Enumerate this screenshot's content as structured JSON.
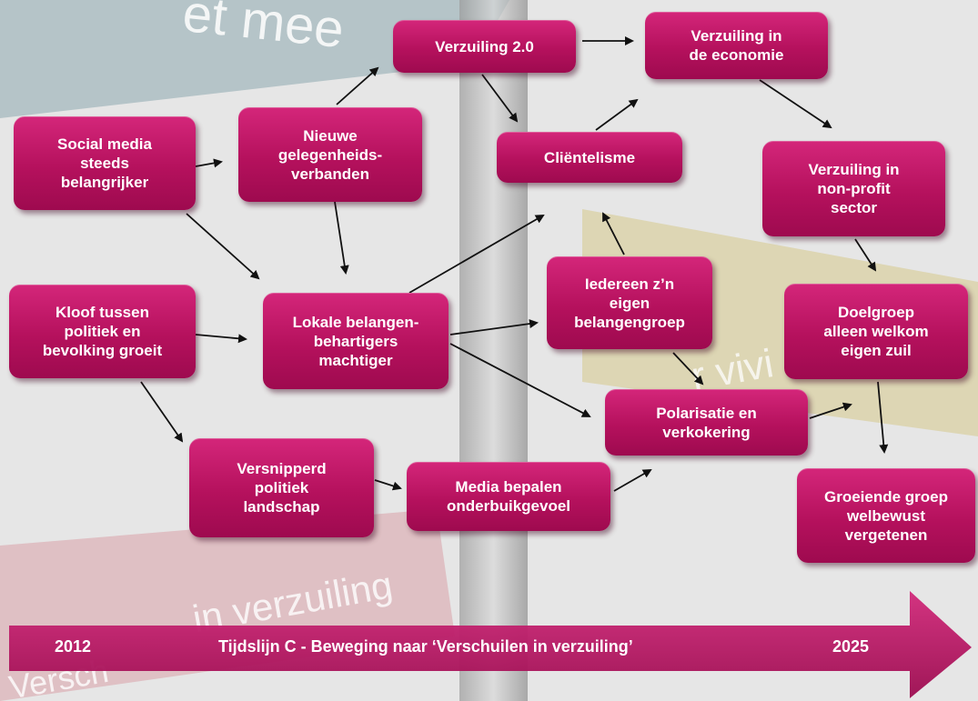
{
  "background_words": {
    "sign_top": "et mee",
    "sign_right": "r vivi  of the",
    "sign_bottom": "in verzuiling",
    "sign_bottom2": "Versch"
  },
  "nodes": {
    "social_media": "Social media\nsteeds\nbelangrijker",
    "kloof": "Kloof tussen\npolitiek en\nbevolking groeit",
    "nieuwe": "Nieuwe\ngelegenheids-\nverbanden",
    "lokale": "Lokale belangen-\nbehartigers\nmachtiger",
    "versnipperd": "Versnipperd\npolitiek\nlandschap",
    "media": "Media bepalen\nonderbuikgevoel",
    "verzuiling20": "Verzuiling 2.0",
    "clientelisme": "Cliëntelisme",
    "iedereen": "Iedereen z’n\neigen\nbelangengroep",
    "polarisatie": "Polarisatie en\nverkokering",
    "economie": "Verzuiling in\nde economie",
    "nonprofit": "Verzuiling in\nnon-profit\nsector",
    "doelgroep": "Doelgroep\nalleen welkom\neigen zuil",
    "groeiende": "Groeiende groep\nwelbewust\nvergetenen"
  },
  "timeline": {
    "start": "2012",
    "title": "Tijdslijn C - Beweging naar ‘Verschuilen in verzuiling’",
    "end": "2025"
  },
  "colors": {
    "box": "#b5115d",
    "timeline": "#b01560",
    "arrow": "#111111"
  }
}
